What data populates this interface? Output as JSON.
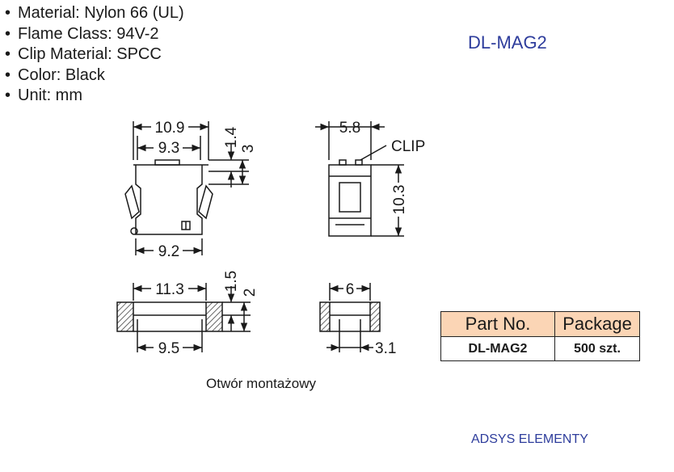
{
  "specs": [
    "Material: Nylon 66 (UL)",
    "Flame Class: 94V-2",
    "Clip Material: SPCC",
    "Color: Black",
    "Unit: mm"
  ],
  "bullet": "•",
  "model": "DL-MAG2",
  "dimensions": {
    "front_outer": "10.9",
    "front_inner": "9.3",
    "front_bottom": "9.2",
    "front_h1": "1.4",
    "front_h2": "3",
    "side_width": "5.8",
    "clip_label": "CLIP",
    "side_height": "10.3",
    "hole_outer": "11.3",
    "hole_inner": "9.5",
    "hole_h1": "1.5",
    "hole_h2": "2",
    "hole_side_w": "6",
    "hole_side_inner": "3.1"
  },
  "caption": "Otwór montażowy",
  "table": {
    "headers": [
      "Part No.",
      "Package"
    ],
    "rows": [
      [
        "DL-MAG2",
        "500 szt."
      ]
    ]
  },
  "brand": "ADSYS ELEMENTY",
  "colors": {
    "accent_blue": "#2e3d9c",
    "header_fill": "#fbd5b5"
  }
}
